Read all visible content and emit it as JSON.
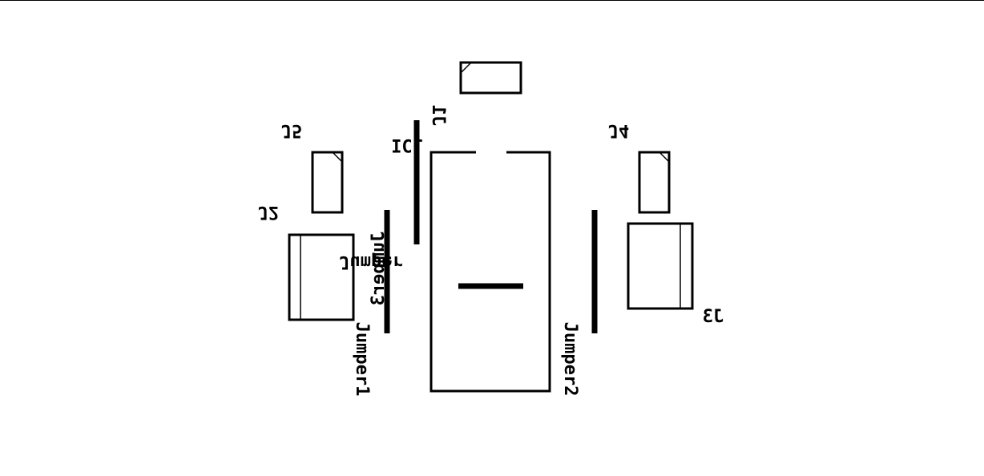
{
  "board": {
    "title": "",
    "labels": {
      "j1": "J1",
      "j2": "J2",
      "j3": "J3",
      "j4": "J4",
      "j5": "J5",
      "ic1": "IC1",
      "jumper": "Jumper",
      "jumper1": "Jumper1",
      "jumper2": "Jumper2",
      "jumper3": "Jumper3"
    }
  }
}
